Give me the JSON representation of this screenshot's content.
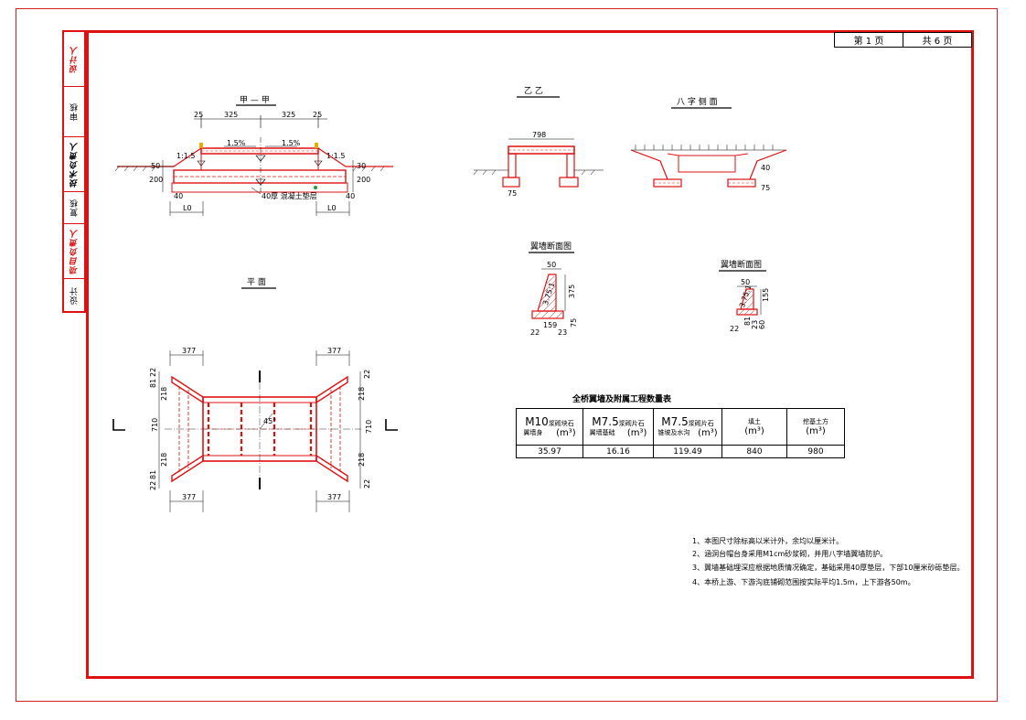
{
  "sheet": {
    "page_current": "第 1 页",
    "page_total": "共 6 页"
  },
  "side_strip": [
    {
      "text": "设计人",
      "style": "red"
    },
    {
      "text": "审核",
      "style": "normal"
    },
    {
      "text": "技术负责人",
      "style": "normal"
    },
    {
      "text": "复核",
      "style": "normal"
    },
    {
      "text": "项目负责人",
      "style": "red"
    },
    {
      "text": "设计",
      "style": "normal"
    }
  ],
  "views": {
    "section_a": {
      "title": "甲 — 甲",
      "dims_top": [
        "25",
        "325",
        "325",
        "25"
      ],
      "slopes": [
        "1.5%",
        "1.5%"
      ],
      "side_slopes": [
        "1:1.5",
        "1:1.5"
      ],
      "dims_left": [
        "50",
        "200"
      ],
      "dims_right": [
        "30",
        "200"
      ],
      "dims_bottom": [
        "40",
        "40"
      ],
      "mid_label": "40厚 混凝土垫层",
      "offset_labels": [
        "L0",
        "L0"
      ]
    },
    "section_b": {
      "title": "乙  乙",
      "width_dim": "798",
      "base_dim": "75"
    },
    "wing_section": {
      "title": "八 字 侧 面",
      "dims": [
        "40",
        "75"
      ]
    },
    "wall_section_1": {
      "title": "翼墙断面图",
      "dims": [
        "50",
        "3.75:1",
        "375",
        "159",
        "22",
        "23",
        "75"
      ]
    },
    "wall_section_2": {
      "title": "翼墙断面图",
      "dims": [
        "50",
        "3.75:1",
        "155",
        "22",
        "81",
        "23",
        "60"
      ]
    },
    "plan": {
      "title": "平 面",
      "top_dims": [
        "377",
        "377"
      ],
      "bottom_dims": [
        "377",
        "377"
      ],
      "left_dims": [
        "22",
        "81",
        "218",
        "710",
        "218",
        "81",
        "22"
      ],
      "right_dims": [
        "22",
        "218",
        "710",
        "218",
        "22"
      ],
      "angle_label": "45°"
    }
  },
  "quantity_table": {
    "title": "全桥翼墙及附属工程数量表",
    "headers": [
      {
        "big": "M10",
        "small": "浆砌块石",
        "sub": "翼墙身",
        "unit": "(m³)"
      },
      {
        "big": "M7.5",
        "small": "浆砌片石",
        "sub": "翼墙基础",
        "unit": "(m³)"
      },
      {
        "big": "M7.5",
        "small": "浆砌片石",
        "sub": "锥坡及水沟",
        "unit": "(m³)"
      },
      {
        "big": "",
        "small": "",
        "sub": "填土",
        "unit": "(m³)"
      },
      {
        "big": "",
        "small": "",
        "sub": "挖基土方",
        "unit": "(m³)"
      }
    ],
    "values": [
      "35.97",
      "16.16",
      "119.49",
      "840",
      "980"
    ]
  },
  "notes": [
    "1、本图尺寸除标高以米计外，余均以厘米计。",
    "2、涵洞台帽台身采用M1cm砂浆砌，并用八字墙翼墙防护。",
    "3、翼墙基础埋深应根据地质情况确定，基础采用40厚垫层，下部10厘米砂砾垫层。",
    "4、本桥上游、下游沟底铺砌范围按实际平均1.5m，上下游各50m。"
  ],
  "colors": {
    "frame": "#e01010",
    "line": "#000000",
    "accent_yellow": "#e0b000",
    "accent_green": "#2a9a2a"
  }
}
